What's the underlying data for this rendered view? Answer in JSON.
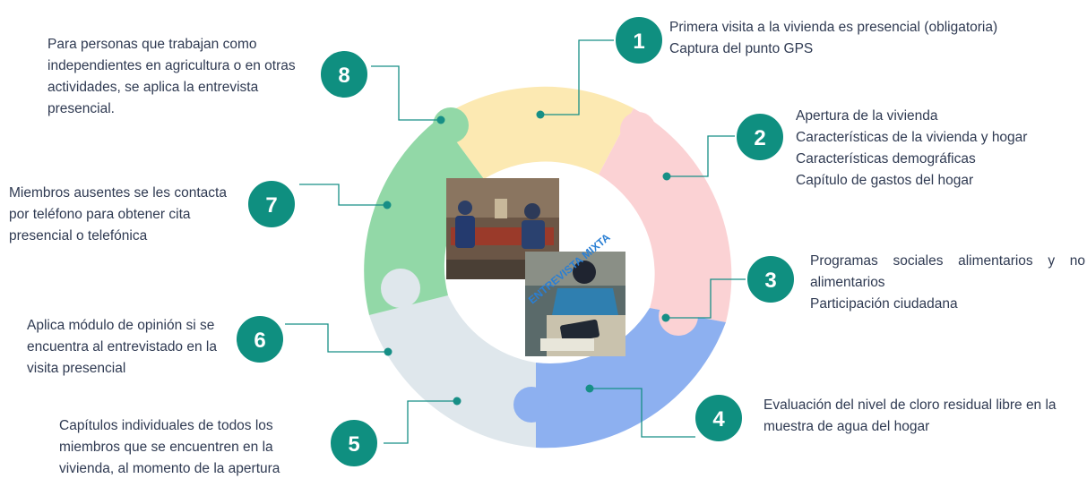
{
  "center": {
    "label": "ENTREVISTA MIXTA"
  },
  "colors": {
    "teal_badge": "#0f8f80",
    "connector": "#178f86",
    "piece_1": "#fce9b2",
    "piece_2": "#fbd2d4",
    "piece_3_4": "#8db0f0",
    "piece_5_6": "#dfe7ec",
    "piece_7_8": "#92d8a7",
    "text": "#2f3a52"
  },
  "steps": [
    {
      "number": "1",
      "lines": [
        "Primera visita a la vivienda es presencial (obligatoria)",
        "Captura del punto GPS"
      ]
    },
    {
      "number": "2",
      "lines": [
        "Apertura de la vivienda",
        "Características de la vivienda y hogar",
        "Características demográficas",
        "Capítulo de gastos del hogar"
      ]
    },
    {
      "number": "3",
      "lines": [
        "Programas sociales alimentarios y no",
        "alimentarios",
        "Participación ciudadana"
      ]
    },
    {
      "number": "4",
      "lines": [
        "Evaluación del nivel de cloro residual libre en la",
        "muestra de agua del hogar"
      ]
    },
    {
      "number": "5",
      "lines": [
        "Capítulos individuales de todos los",
        "miembros que se encuentren en la",
        "vivienda, al momento de la apertura"
      ]
    },
    {
      "number": "6",
      "lines": [
        "Aplica módulo de opinión si se",
        "encuentra al entrevistado en la",
        "visita presencial"
      ]
    },
    {
      "number": "7",
      "lines": [
        "Miembros ausentes se les contacta",
        "por teléfono para obtener cita",
        "presencial o telefónica"
      ]
    },
    {
      "number": "8",
      "lines": [
        "Para personas que trabajan como",
        "independientes en  agricultura o en otras",
        "actividades, se aplica la entrevista",
        "presencial."
      ]
    }
  ]
}
